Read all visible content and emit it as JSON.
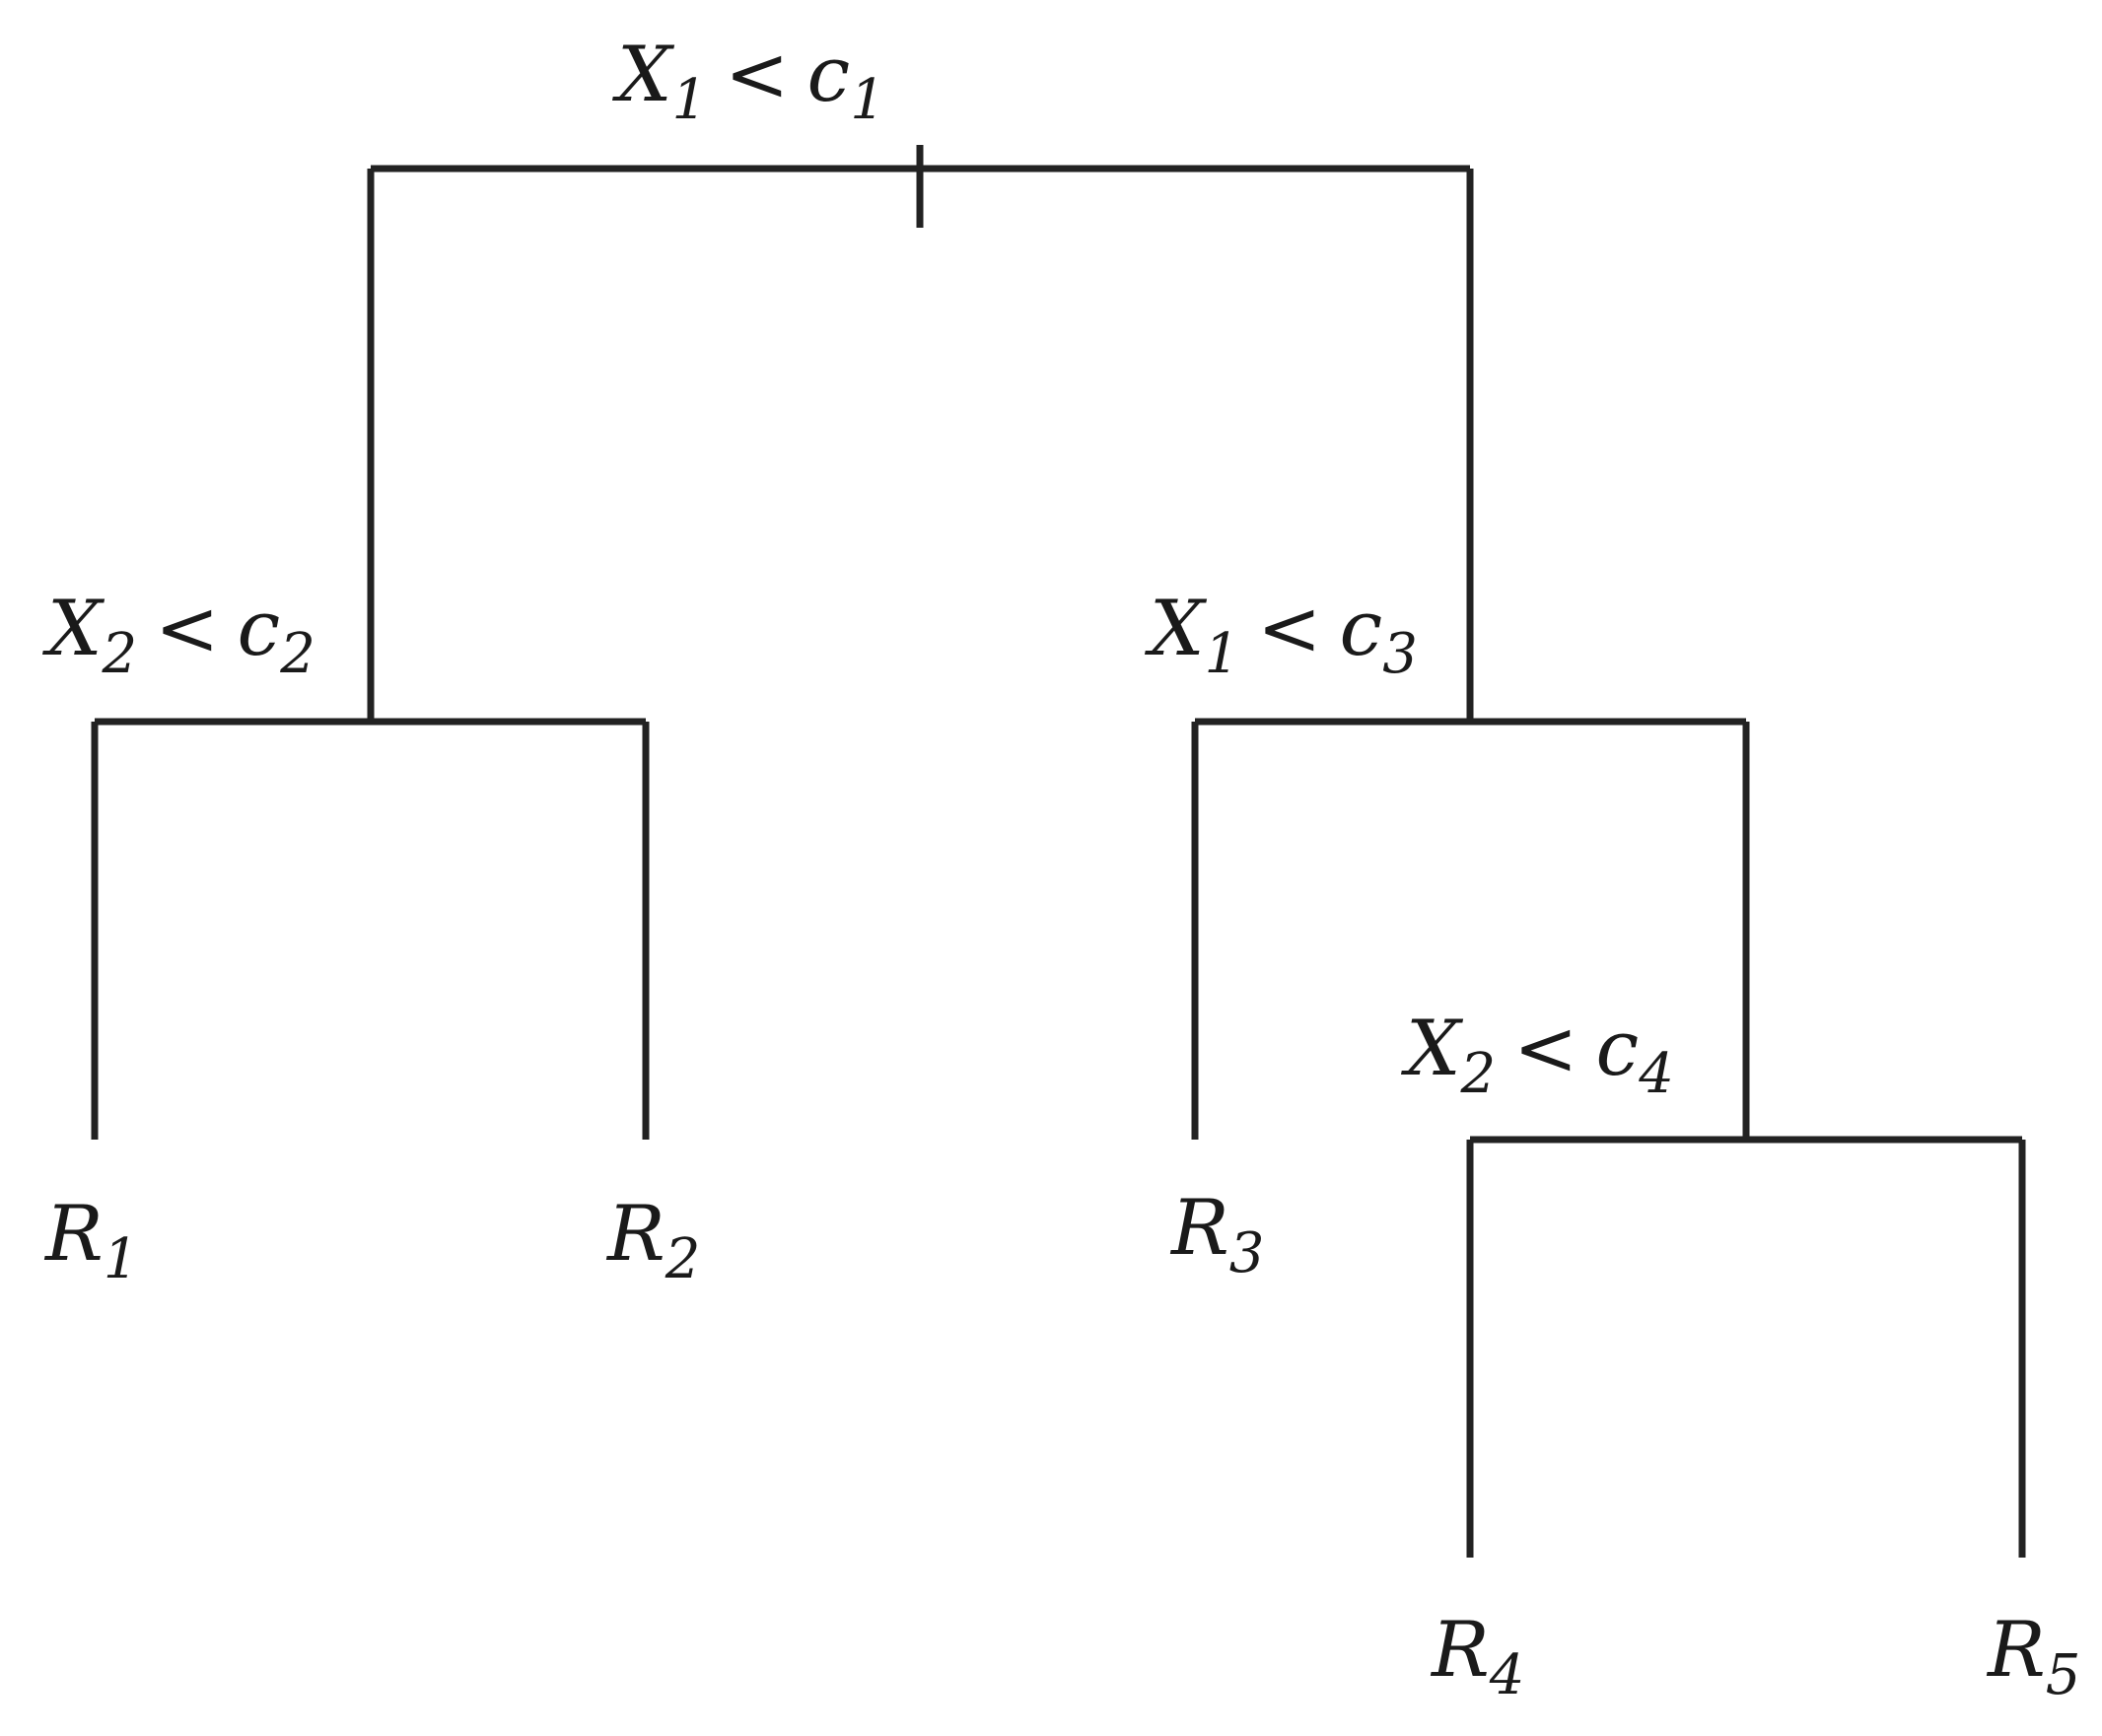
{
  "tree": {
    "splits": [
      {
        "id": "s1",
        "var": "X",
        "var_sub": "1",
        "op": "<",
        "thr": "c",
        "thr_sub": "1"
      },
      {
        "id": "s2",
        "var": "X",
        "var_sub": "2",
        "op": "<",
        "thr": "c",
        "thr_sub": "2"
      },
      {
        "id": "s3",
        "var": "X",
        "var_sub": "1",
        "op": "<",
        "thr": "c",
        "thr_sub": "3"
      },
      {
        "id": "s4",
        "var": "X",
        "var_sub": "2",
        "op": "<",
        "thr": "c",
        "thr_sub": "4"
      }
    ],
    "leaves": [
      {
        "id": "r1",
        "name": "R",
        "sub": "1"
      },
      {
        "id": "r2",
        "name": "R",
        "sub": "2"
      },
      {
        "id": "r3",
        "name": "R",
        "sub": "3"
      },
      {
        "id": "r4",
        "name": "R",
        "sub": "4"
      },
      {
        "id": "r5",
        "name": "R",
        "sub": "5"
      }
    ]
  }
}
